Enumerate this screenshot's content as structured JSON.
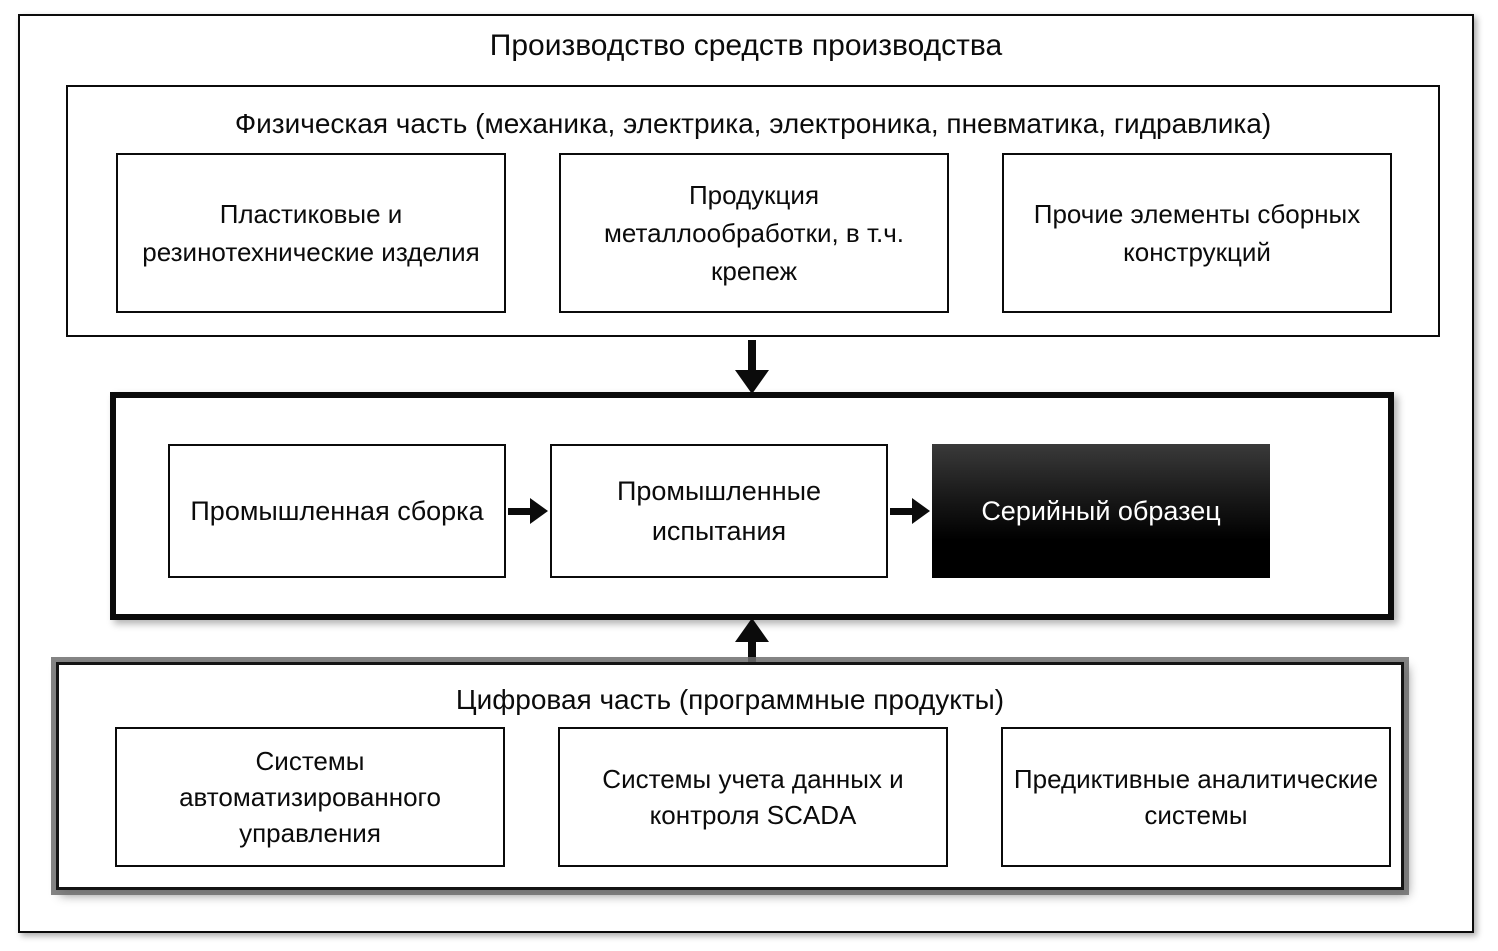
{
  "diagram": {
    "title": "Производство средств производства",
    "physical_section": {
      "heading": "Физическая часть (механика, электрика, электроника, пневматика, гидравлика)",
      "items": [
        {
          "label": "Пластиковые и резинотехнические изделия"
        },
        {
          "label": "Продукция металлообработки, в т.ч. крепеж"
        },
        {
          "label": "Прочие элементы сборных конструкций"
        }
      ]
    },
    "chain_section": {
      "items": [
        {
          "label": "Промышленная сборка",
          "style": "plain"
        },
        {
          "label": "Промышленные испытания",
          "style": "plain"
        },
        {
          "label": "Серийный образец",
          "style": "filled-dark"
        }
      ]
    },
    "digital_section": {
      "heading": "Цифровая часть (программные продукты)",
      "items": [
        {
          "label": "Системы автоматизированного управления"
        },
        {
          "label": "Системы учета данных и контроля SCADA"
        },
        {
          "label": "Предиктивные аналитические системы"
        }
      ]
    },
    "connectors": {
      "physical_to_chain": "arrow-down",
      "digital_to_chain": "arrow-up",
      "chain_step_1_2": "arrow-right",
      "chain_step_2_3": "arrow-right"
    },
    "colors": {
      "line": "#0b0b0b",
      "background": "#ffffff",
      "final_box_fill": "#000000",
      "final_box_text": "#ffffff",
      "shadow": "#6e6e6e"
    }
  }
}
